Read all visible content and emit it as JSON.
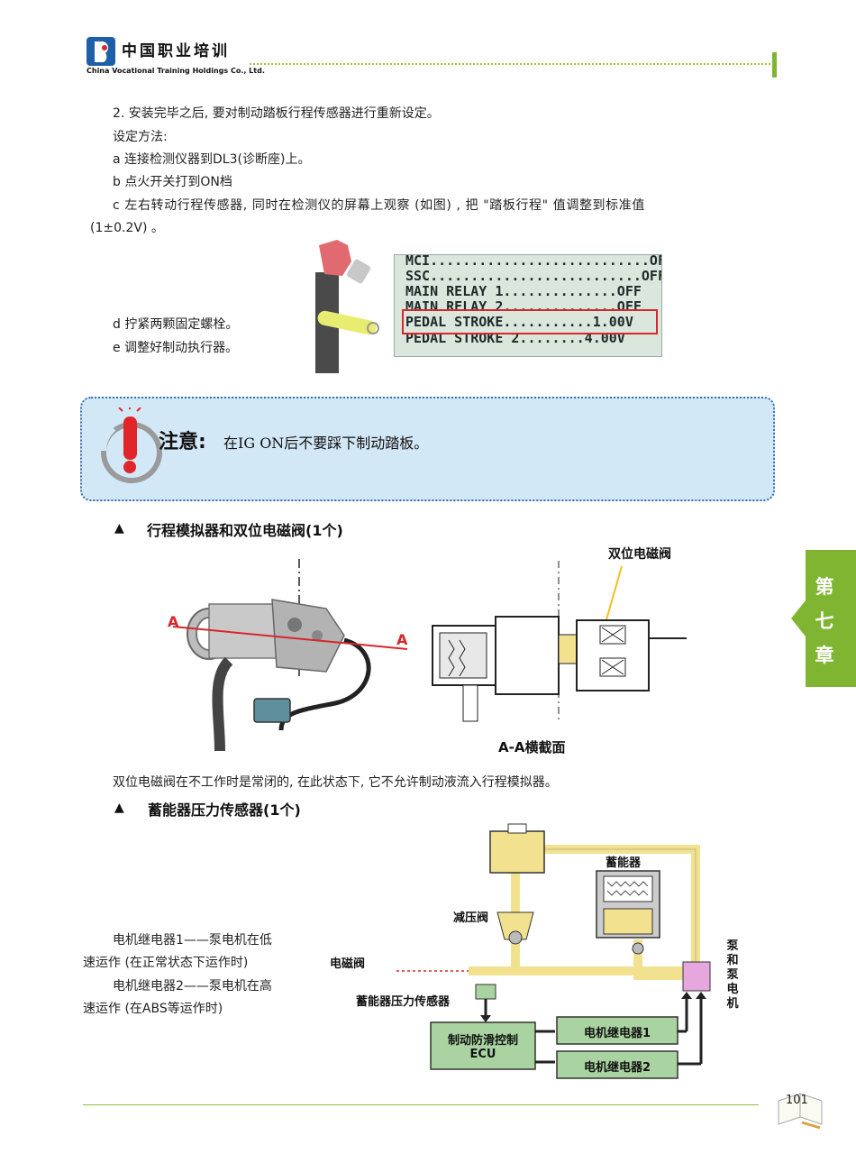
{
  "header": {
    "logo_cn": "中国职业培训",
    "logo_en": "China Vocational Training Holdings Co., Ltd."
  },
  "intro": {
    "line1": "2. 安装完毕之后, 要对制动踏板行程传感器进行重新设定。",
    "line2": "设定方法:",
    "step_a": "a  连接检测仪器到DL3(诊断座)上。",
    "step_b": "b  点火开关打到ON档",
    "step_c1": "c   左右转动行程传感器, 同时在检测仪的屏幕上观察 (如图) , 把 \"踏板行程\" 值调整到标准值",
    "step_c2": "(1±0.2V) 。",
    "step_d": "d  拧紧两颗固定螺栓。",
    "step_e": "e  调整好制动执行器。"
  },
  "screen": {
    "rows": [
      "MCI...........................OFF",
      "SSC..........................OFF",
      "MAIN RELAY 1..............OFF",
      "MAIN RELAY 2..............OFF",
      "PEDAL STROKE...........1.00V",
      "PEDAL STROKE 2........4.00V"
    ]
  },
  "note": {
    "title": "注意:",
    "text": "在IG ON后不要踩下制动踏板。"
  },
  "section1": {
    "marker": "▲",
    "title": "行程模拟器和双位电磁阀(1个)",
    "label_valve": "双位电磁阀",
    "label_a_left": "A",
    "label_a_right": "A",
    "caption": "A-A横截面",
    "desc": "双位电磁阀在不工作时是常闭的, 在此状态下, 它不允许制动液流入行程模拟器。"
  },
  "section2": {
    "marker": "▲",
    "title": "蓄能器压力传感器(1个)",
    "relay1_a": "电机继电器1——泵电机在低",
    "relay1_b": "速运作 (在正常状态下运作时)",
    "relay2_a": "电机继电器2——泵电机在高",
    "relay2_b": "速运作 (在ABS等运作时)",
    "lbl_accumulator": "蓄能器",
    "lbl_relief": "减压阀",
    "lbl_solenoid": "电磁阀",
    "lbl_sensor": "蓄能器压力传感器",
    "lbl_ecu1": "制动防滑控制",
    "lbl_ecu2": "ECU",
    "lbl_r1": "电机继电器1",
    "lbl_r2": "电机继电器2",
    "lbl_pump": [
      "泵",
      "和",
      "泵",
      "电",
      "机"
    ]
  },
  "chapter": [
    "第",
    "七",
    "章"
  ],
  "page_number": "101",
  "colors": {
    "accent_green": "#7fb531",
    "note_bg": "#d3e8f6",
    "oil_yellow": "#f2e28f",
    "relay_green": "#a9d3a0"
  }
}
